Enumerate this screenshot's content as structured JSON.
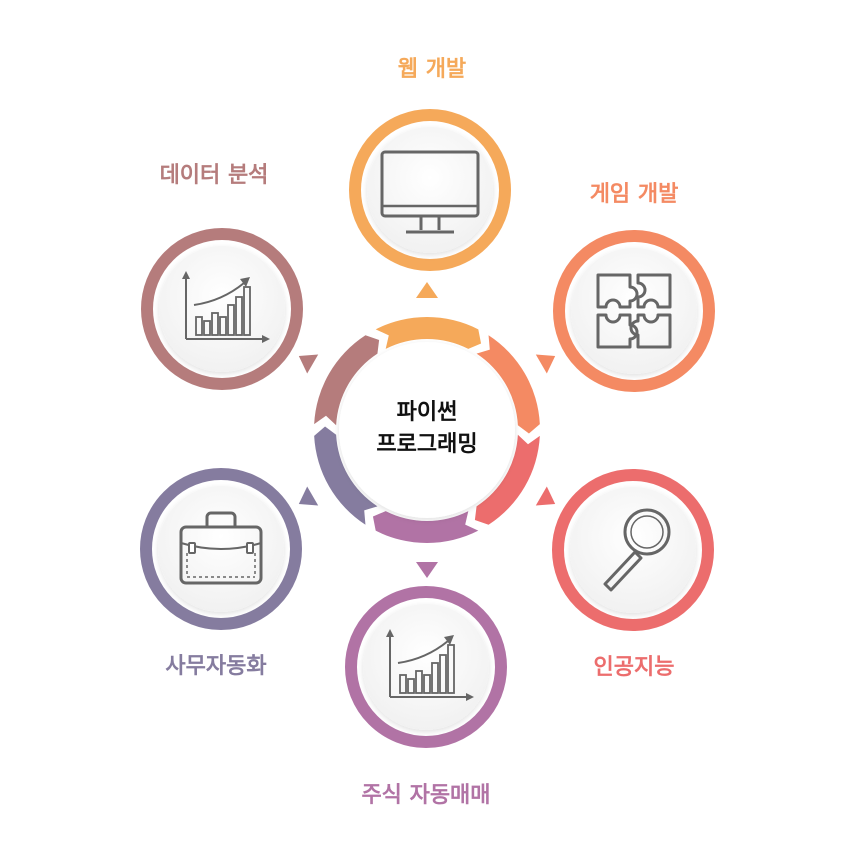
{
  "center": {
    "line1": "파이썬",
    "line2": "프로그래밍"
  },
  "nodes": [
    {
      "id": "web",
      "label": "웹 개발",
      "icon": "monitor-icon",
      "color": "#f5a95a"
    },
    {
      "id": "game",
      "label": "게임 개발",
      "icon": "puzzle-icon",
      "color": "#f48a63"
    },
    {
      "id": "ai",
      "label": "인공지능",
      "icon": "magnifier-icon",
      "color": "#ec6d6d"
    },
    {
      "id": "trading",
      "label": "주식 자동매매",
      "icon": "chart-icon",
      "color": "#b173a5"
    },
    {
      "id": "office",
      "label": "사무자동화",
      "icon": "briefcase-icon",
      "color": "#857c9f"
    },
    {
      "id": "data",
      "label": "데이터 분석",
      "icon": "chart-icon",
      "color": "#b57c7c"
    }
  ]
}
